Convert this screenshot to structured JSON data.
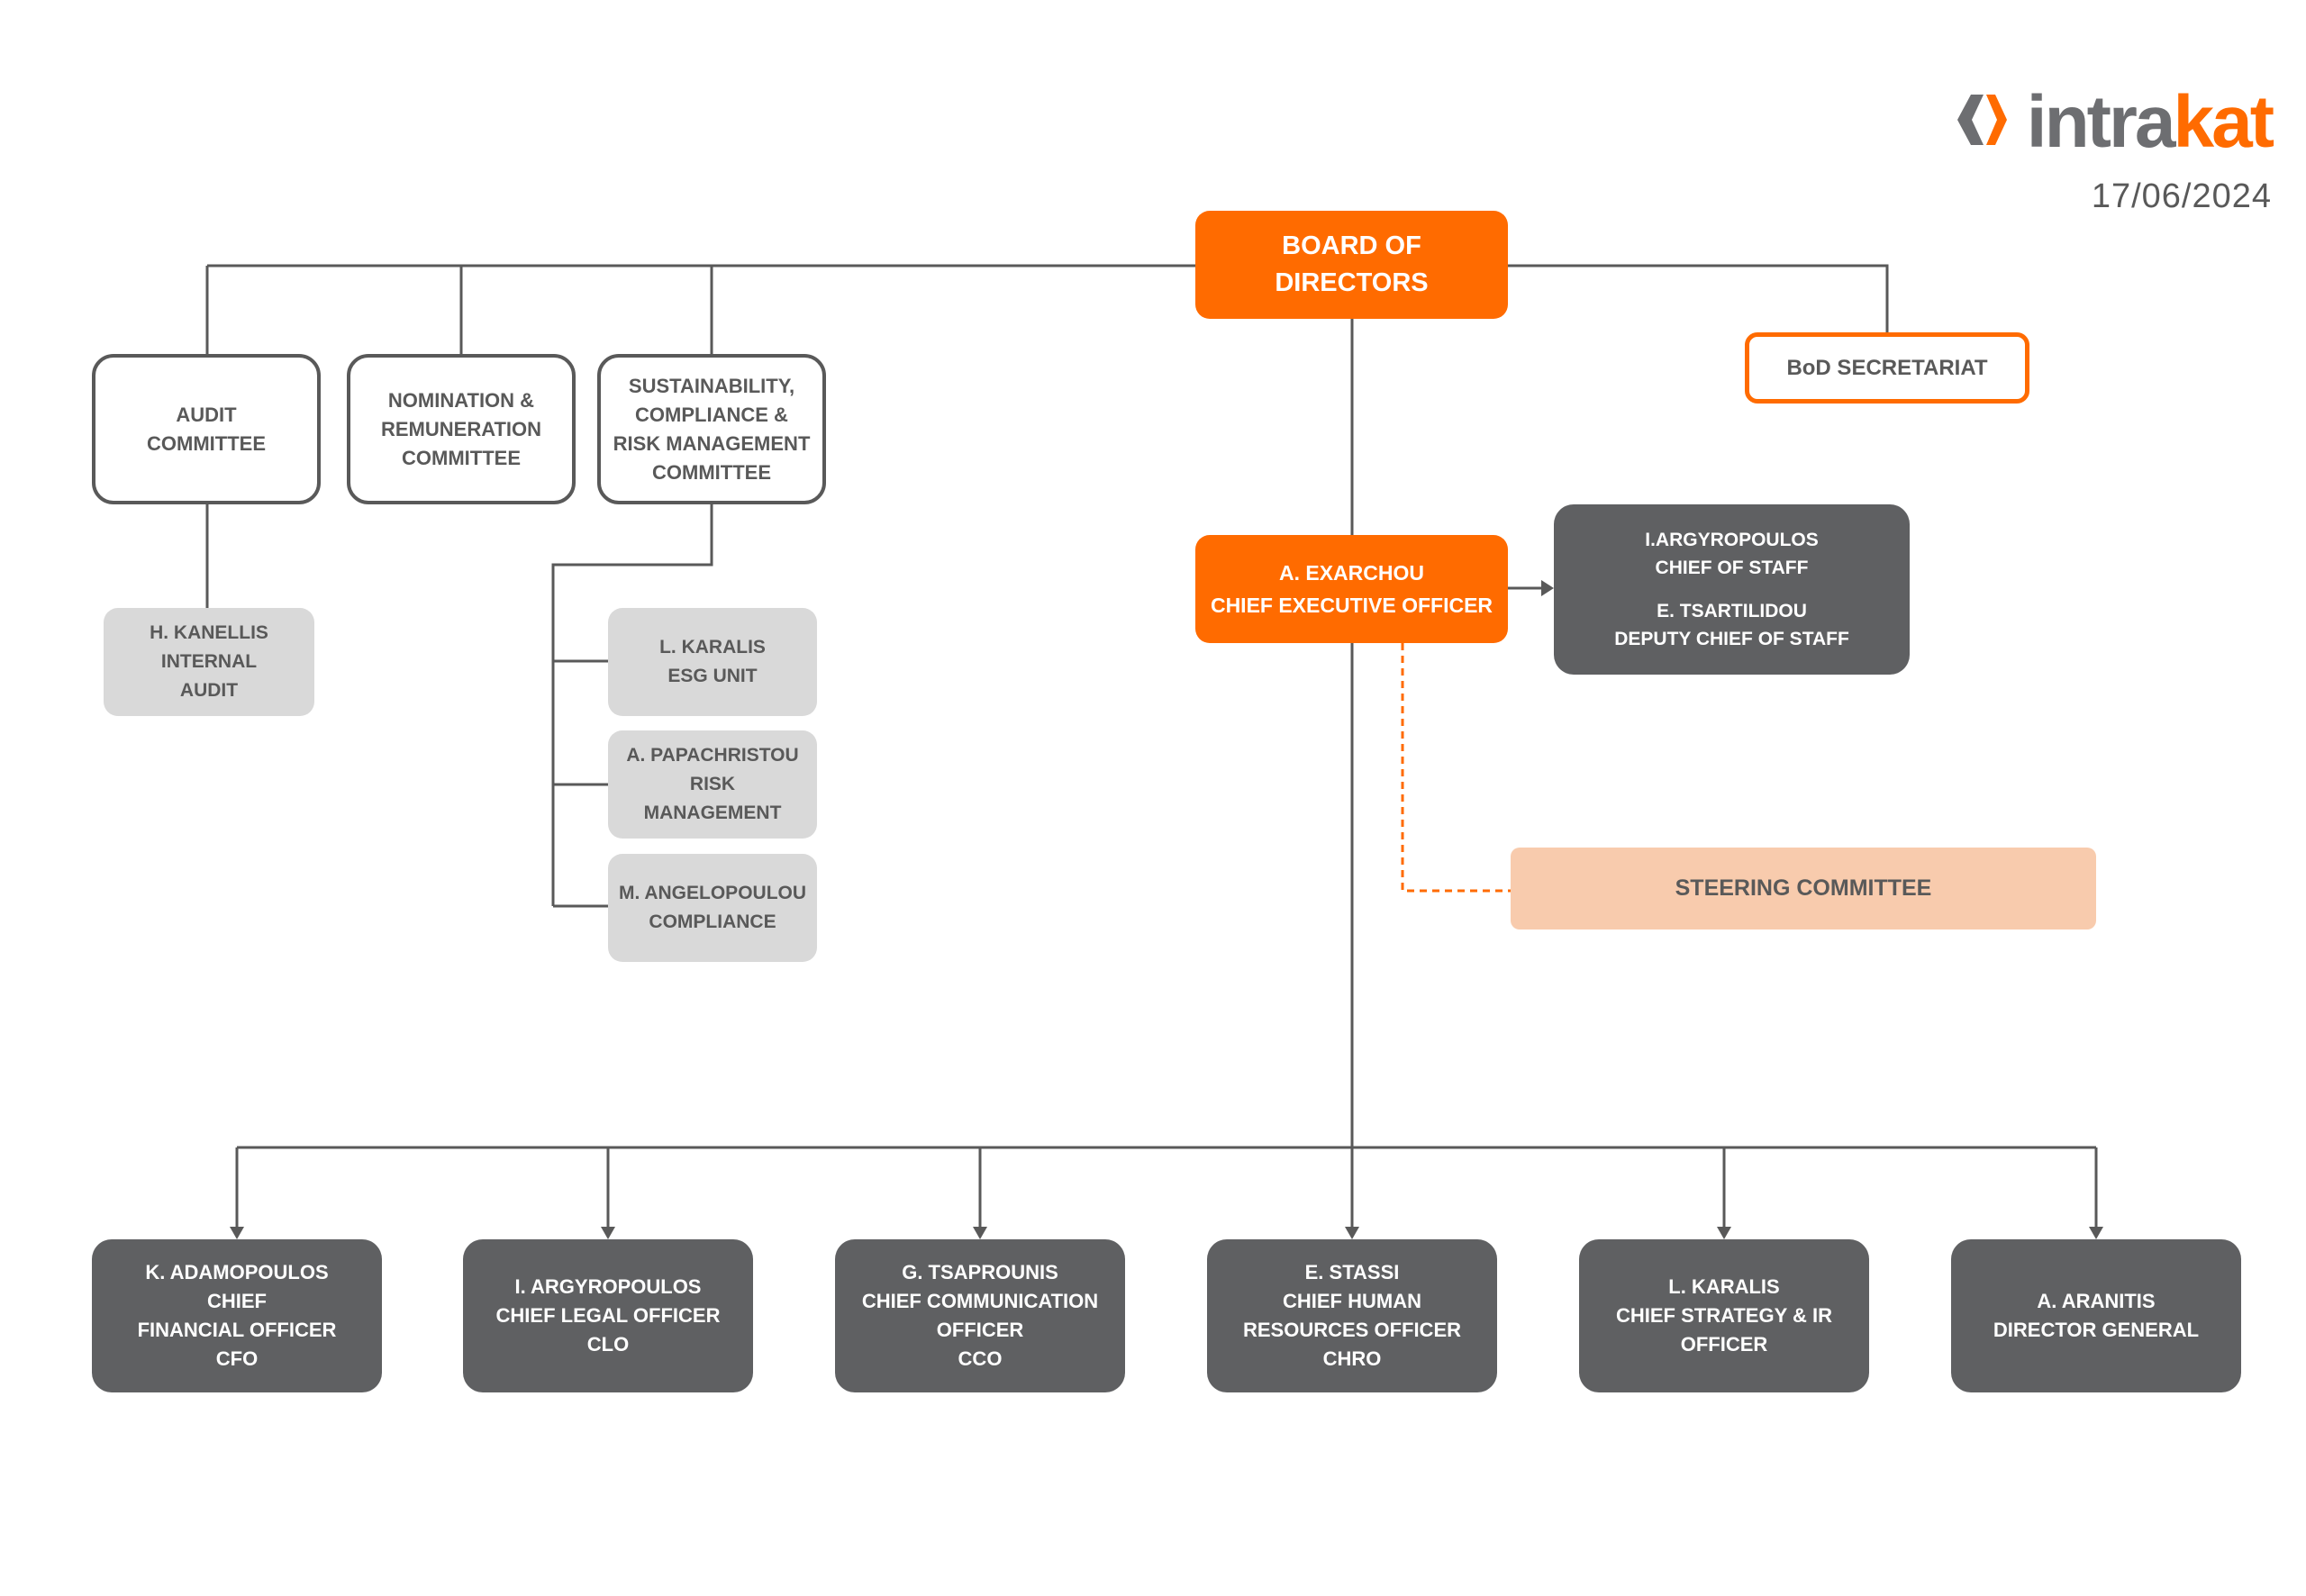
{
  "logo": {
    "icon": "intrakat-logo-icon",
    "wordmark_part1": "intra",
    "wordmark_part2": "kat"
  },
  "date": "17/06/2024",
  "colors": {
    "orange": "#FF6B00",
    "dark_gray": "#5F6062",
    "light_gray": "#D9D9D9",
    "peach": "#F8CBAD",
    "text_gray": "#595959",
    "line_gray": "#595959",
    "logo_gray": "#6D6E71"
  },
  "board_of_directors": {
    "lines": [
      "BOARD OF",
      "DIRECTORS"
    ]
  },
  "bod_secretariat": {
    "lines": [
      "BoD SECRETARIAT"
    ]
  },
  "committees": [
    {
      "lines": [
        "AUDIT",
        "COMMITTEE"
      ]
    },
    {
      "lines": [
        "NOMINATION &",
        "REMUNERATION",
        "COMMITTEE"
      ]
    },
    {
      "lines": [
        "SUSTAINABILITY,",
        "COMPLIANCE &",
        "RISK MANAGEMENT",
        "COMMITTEE"
      ]
    }
  ],
  "internal_audit": {
    "lines": [
      "H. KANELLIS",
      "INTERNAL",
      "AUDIT"
    ]
  },
  "sustainability_units": [
    {
      "lines": [
        "L. KARALIS",
        "ESG UNIT"
      ]
    },
    {
      "lines": [
        "A. PAPACHRISTOU",
        "RISK",
        "MANAGEMENT"
      ]
    },
    {
      "lines": [
        "M. ANGELOPOULOU",
        "COMPLIANCE"
      ]
    }
  ],
  "ceo": {
    "lines": [
      "A. EXARCHOU",
      "CHIEF EXECUTIVE OFFICER"
    ]
  },
  "chief_of_staff": {
    "chief": {
      "lines": [
        "I.ARGYROPOULOS",
        "CHIEF OF STAFF"
      ]
    },
    "deputy": {
      "lines": [
        "E. TSARTILIDOU",
        "DEPUTY CHIEF OF STAFF"
      ]
    }
  },
  "steering_committee": {
    "lines": [
      "STEERING COMMITTEE"
    ]
  },
  "executives": [
    {
      "lines": [
        "K. ADAMOPOULOS",
        "CHIEF",
        "FINANCIAL OFFICER",
        "CFO"
      ]
    },
    {
      "lines": [
        "I. ARGYROPOULOS",
        "CHIEF LEGAL OFFICER",
        "CLO"
      ]
    },
    {
      "lines": [
        "G. TSAPROUNIS",
        "CHIEF COMMUNICATION",
        "OFFICER",
        "CCO"
      ]
    },
    {
      "lines": [
        "E. STASSI",
        "CHIEF HUMAN",
        "RESOURCES OFFICER",
        "CHRO"
      ]
    },
    {
      "lines": [
        "L. KARALIS",
        "CHIEF STRATEGY & IR",
        "OFFICER"
      ]
    },
    {
      "lines": [
        "A. ARANITIS",
        "DIRECTOR GENERAL"
      ]
    }
  ]
}
